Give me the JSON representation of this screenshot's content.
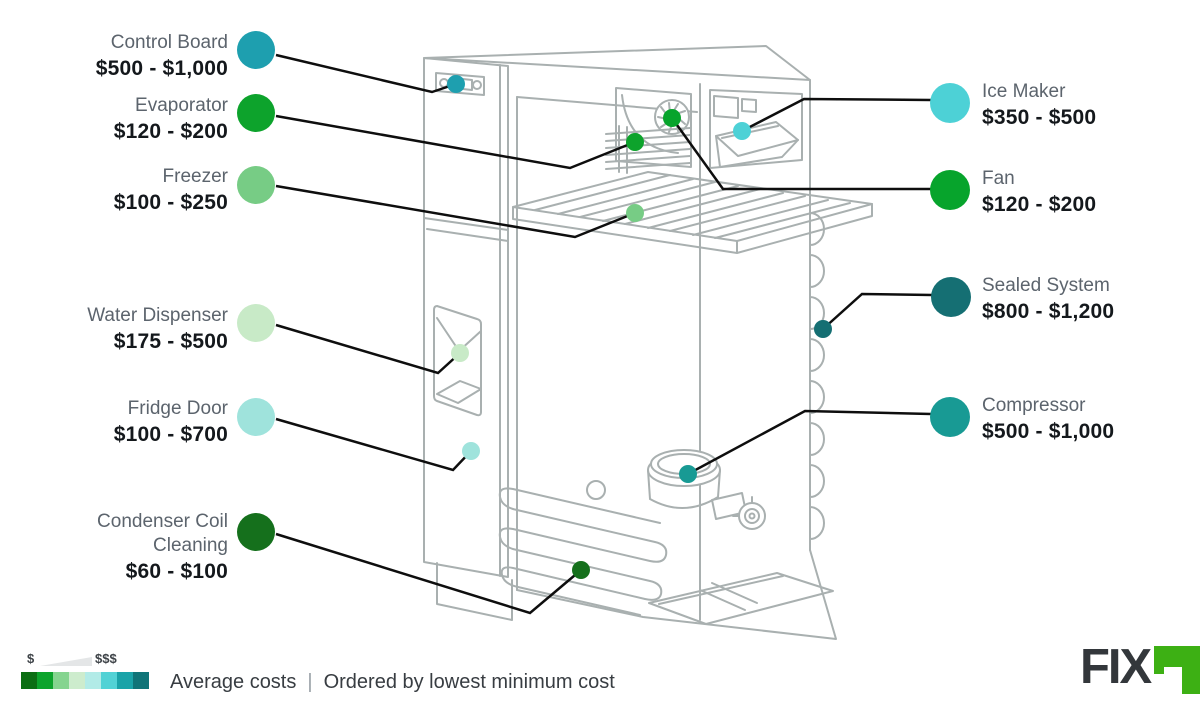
{
  "items": {
    "left": [
      {
        "id": "control-board",
        "name": "Control Board",
        "price": "$500 - $1,000",
        "color": "#1e9faf"
      },
      {
        "id": "evaporator",
        "name": "Evaporator",
        "price": "$120 - $200",
        "color": "#0da32c"
      },
      {
        "id": "freezer",
        "name": "Freezer",
        "price": "$100 - $250",
        "color": "#77cc85"
      },
      {
        "id": "water-dispenser",
        "name": "Water Dispenser",
        "price": "$175 - $500",
        "color": "#c8eac7"
      },
      {
        "id": "fridge-door",
        "name": "Fridge Door",
        "price": "$100 - $700",
        "color": "#9fe3dc"
      },
      {
        "id": "condenser-coil-cleaning",
        "name": "Condenser Coil Cleaning",
        "price": "$60 - $100",
        "color": "#15701c"
      }
    ],
    "right": [
      {
        "id": "ice-maker",
        "name": "Ice Maker",
        "price": "$350 - $500",
        "color": "#4dd1d6"
      },
      {
        "id": "fan",
        "name": "Fan",
        "price": "$120 - $200",
        "color": "#07a42c"
      },
      {
        "id": "sealed-system",
        "name": "Sealed System",
        "price": "$800 - $1,200",
        "color": "#156f73"
      },
      {
        "id": "compressor",
        "name": "Compressor",
        "price": "$500 - $1,000",
        "color": "#189a94"
      }
    ]
  },
  "legend": {
    "min_symbol": "$",
    "max_symbol": "$$$",
    "scale": [
      "#0b6e13",
      "#0ca42c",
      "#85d48f",
      "#cdeccd",
      "#b2ebe7",
      "#52d2d5",
      "#1aa3a8",
      "#107478"
    ],
    "caption": "Average costs",
    "separator": "|",
    "note": "Ordered by lowest minimum cost"
  },
  "brand": {
    "logo_text": "FIX",
    "logo_r_color": "#3db014",
    "logo_text_color": "#33373b"
  }
}
